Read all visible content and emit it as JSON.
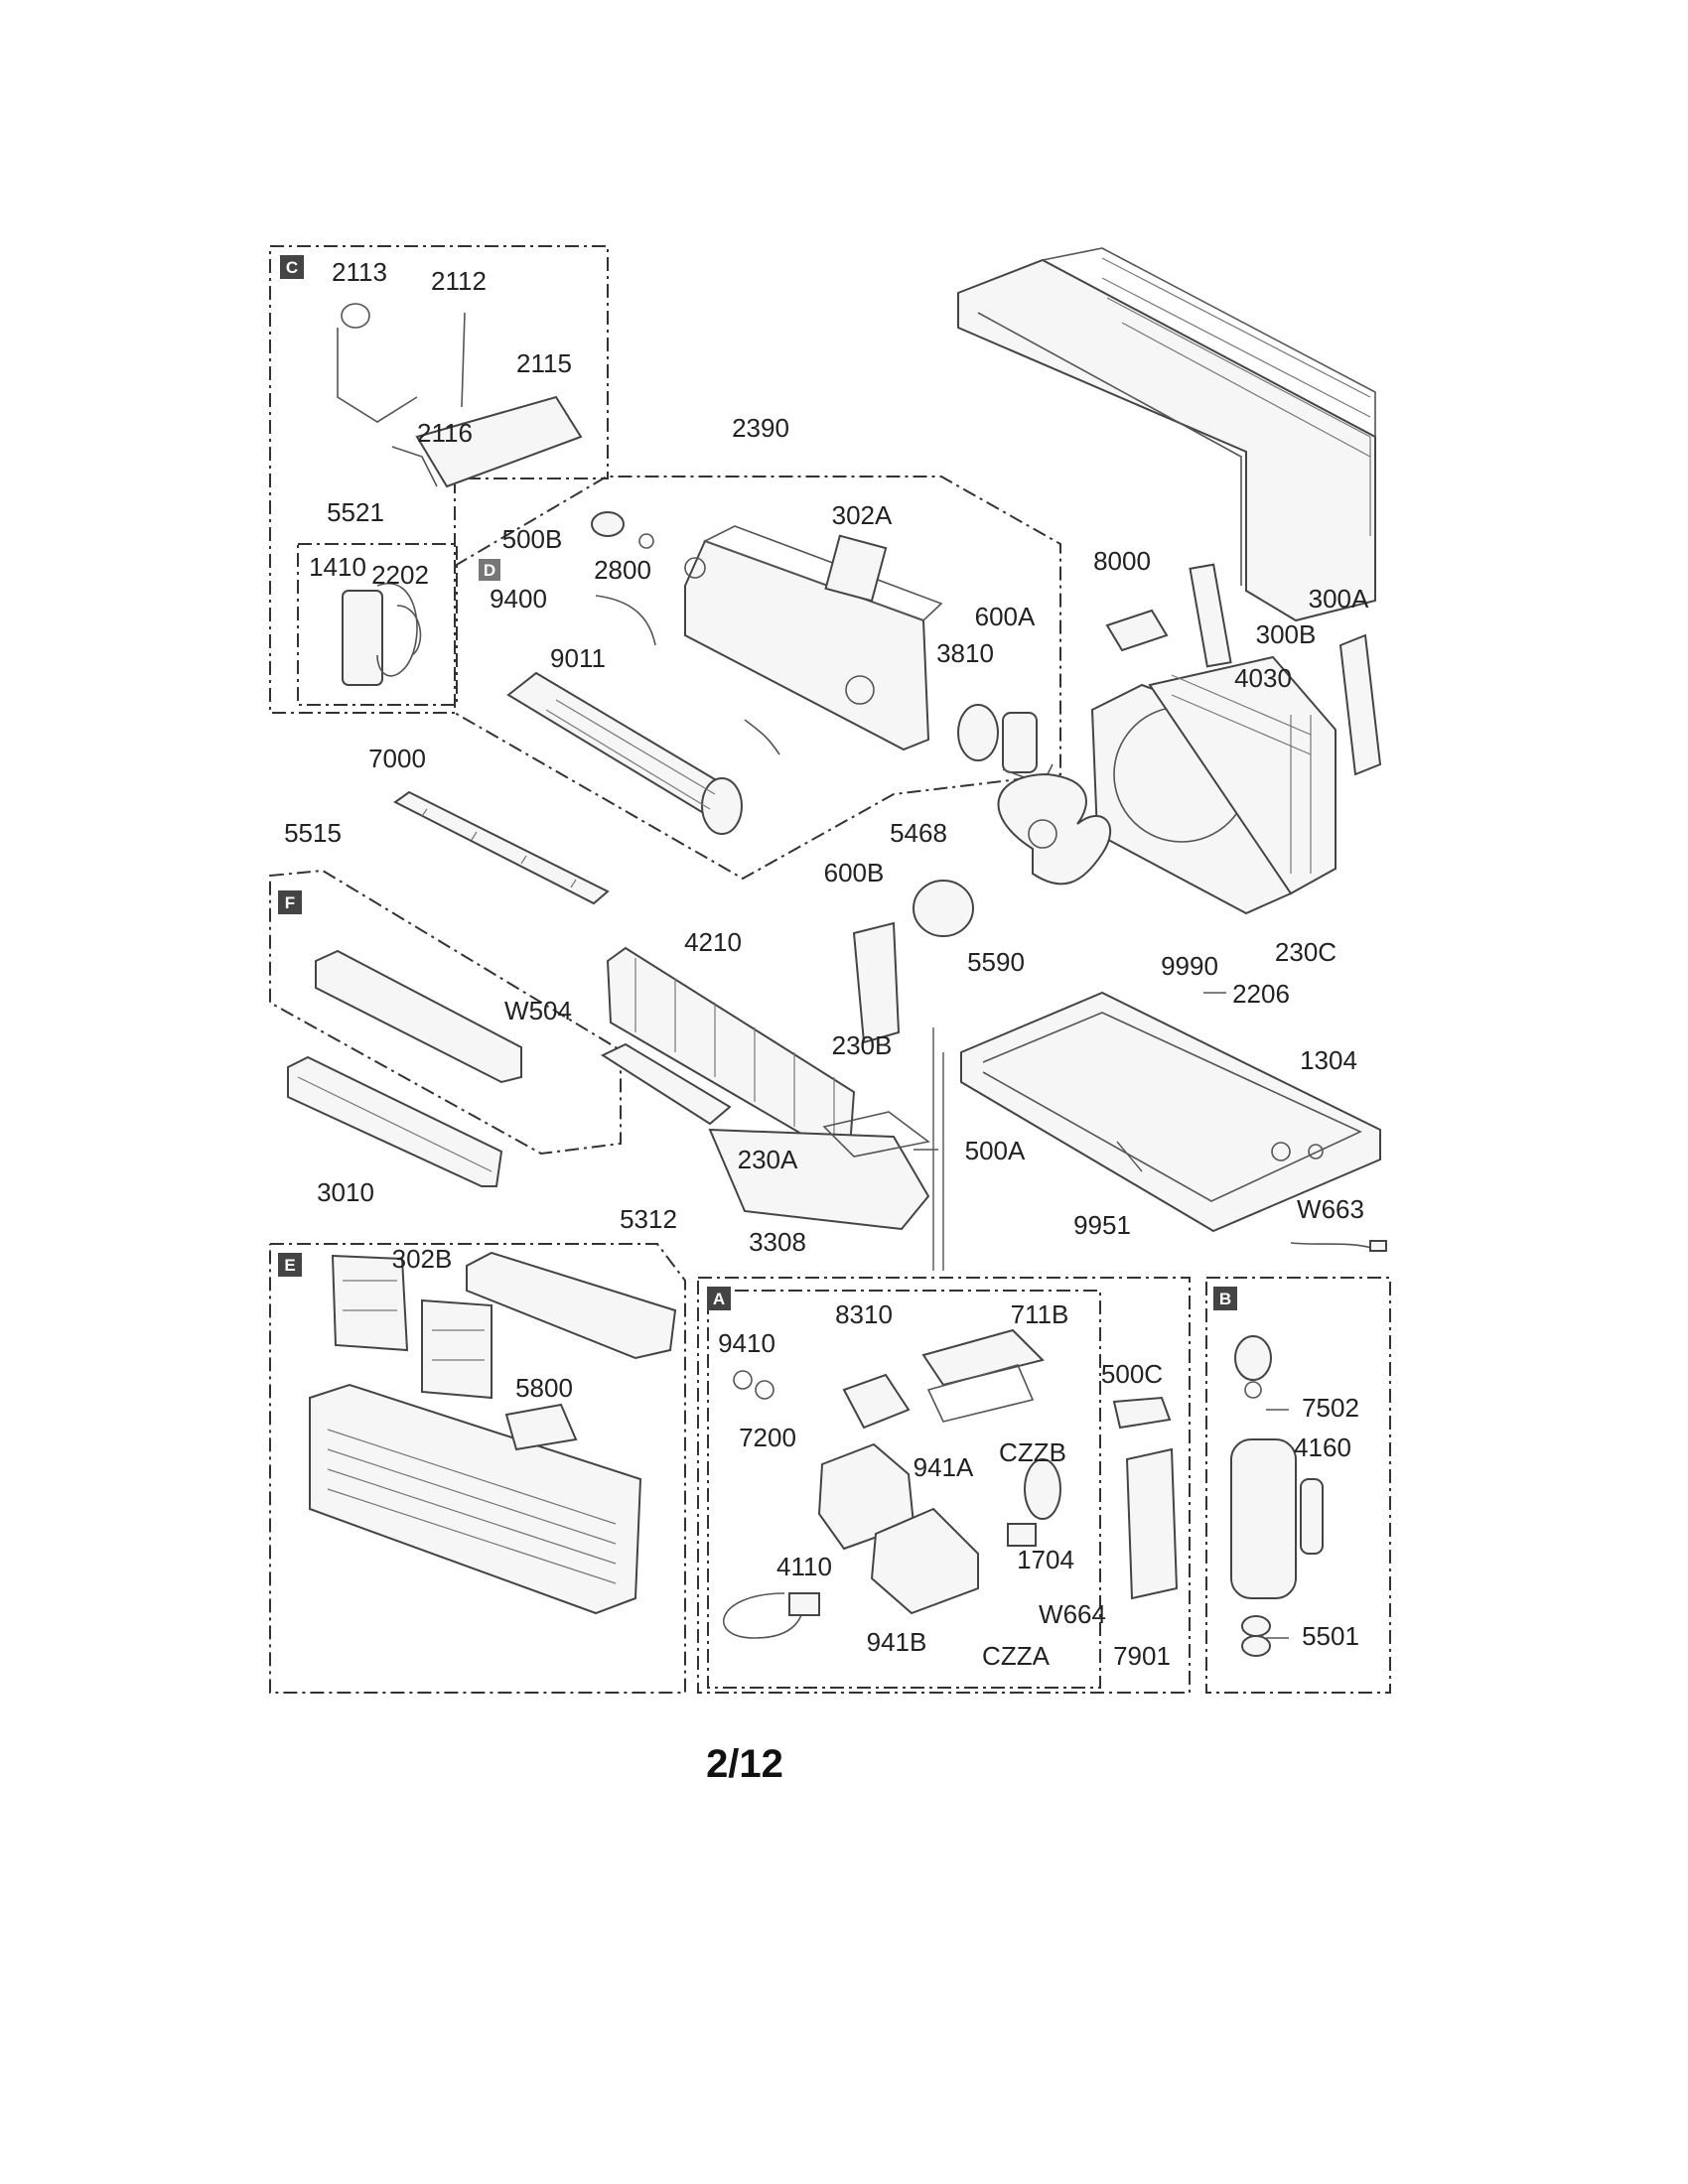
{
  "page_number": "2/12",
  "sections": [
    {
      "id": "C",
      "label": "C"
    },
    {
      "id": "D",
      "label": "D"
    },
    {
      "id": "F",
      "label": "F"
    },
    {
      "id": "E",
      "label": "E"
    },
    {
      "id": "A",
      "label": "A"
    },
    {
      "id": "B",
      "label": "B"
    }
  ],
  "parts": [
    {
      "id": "2113",
      "label": "2113"
    },
    {
      "id": "2112",
      "label": "2112"
    },
    {
      "id": "2115",
      "label": "2115"
    },
    {
      "id": "2116",
      "label": "2116"
    },
    {
      "id": "5521",
      "label": "5521"
    },
    {
      "id": "1410",
      "label": "1410"
    },
    {
      "id": "2202",
      "label": "2202"
    },
    {
      "id": "2390",
      "label": "2390"
    },
    {
      "id": "500B",
      "label": "500B"
    },
    {
      "id": "2800",
      "label": "2800"
    },
    {
      "id": "9400",
      "label": "9400"
    },
    {
      "id": "302A",
      "label": "302A"
    },
    {
      "id": "9011",
      "label": "9011"
    },
    {
      "id": "8000",
      "label": "8000"
    },
    {
      "id": "600A",
      "label": "600A"
    },
    {
      "id": "3810",
      "label": "3810"
    },
    {
      "id": "300A",
      "label": "300A"
    },
    {
      "id": "300B",
      "label": "300B"
    },
    {
      "id": "4030",
      "label": "4030"
    },
    {
      "id": "7000",
      "label": "7000"
    },
    {
      "id": "5515",
      "label": "5515"
    },
    {
      "id": "5468",
      "label": "5468"
    },
    {
      "id": "600B",
      "label": "600B"
    },
    {
      "id": "5590",
      "label": "5590"
    },
    {
      "id": "9990",
      "label": "9990"
    },
    {
      "id": "230C",
      "label": "230C"
    },
    {
      "id": "2206",
      "label": "2206"
    },
    {
      "id": "4210",
      "label": "4210"
    },
    {
      "id": "W504",
      "label": "W504"
    },
    {
      "id": "230B",
      "label": "230B"
    },
    {
      "id": "1304",
      "label": "1304"
    },
    {
      "id": "500A",
      "label": "500A"
    },
    {
      "id": "230A",
      "label": "230A"
    },
    {
      "id": "3010",
      "label": "3010"
    },
    {
      "id": "3308",
      "label": "3308"
    },
    {
      "id": "W663",
      "label": "W663"
    },
    {
      "id": "5312",
      "label": "5312"
    },
    {
      "id": "302B",
      "label": "302B"
    },
    {
      "id": "9951",
      "label": "9951"
    },
    {
      "id": "8310",
      "label": "8310"
    },
    {
      "id": "711B",
      "label": "711B"
    },
    {
      "id": "9410",
      "label": "9410"
    },
    {
      "id": "500C",
      "label": "500C"
    },
    {
      "id": "5800",
      "label": "5800"
    },
    {
      "id": "7502",
      "label": "7502"
    },
    {
      "id": "7200",
      "label": "7200"
    },
    {
      "id": "4160",
      "label": "4160"
    },
    {
      "id": "941A",
      "label": "941A"
    },
    {
      "id": "CZZB",
      "label": "CZZB"
    },
    {
      "id": "1704",
      "label": "1704"
    },
    {
      "id": "4110",
      "label": "4110"
    },
    {
      "id": "W664",
      "label": "W664"
    },
    {
      "id": "941B",
      "label": "941B"
    },
    {
      "id": "CZZA",
      "label": "CZZA"
    },
    {
      "id": "7901",
      "label": "7901"
    },
    {
      "id": "5501",
      "label": "5501"
    }
  ]
}
